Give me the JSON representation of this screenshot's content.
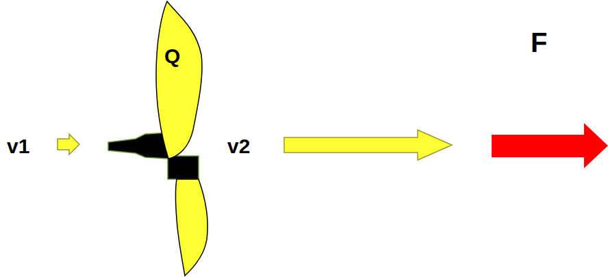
{
  "diagram": {
    "labels": [
      "F",
      "Q",
      "v1",
      "v2"
    ]
  }
}
